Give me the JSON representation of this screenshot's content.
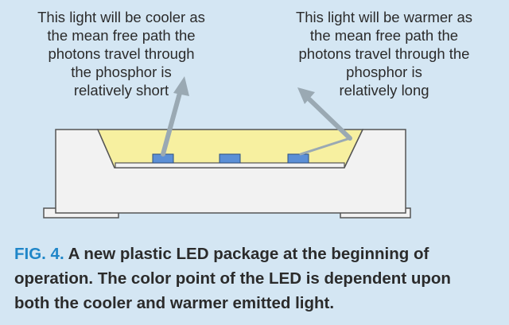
{
  "diagram": {
    "note_left_lines": [
      "This light will be cooler as",
      "the mean free path the",
      "photons travel through",
      "the phosphor is",
      "relatively short"
    ],
    "note_right_lines": [
      "This light will be warmer as",
      "the mean free path the",
      "photons travel through the",
      "phosphor is",
      "relatively long"
    ]
  },
  "caption": {
    "label": "FIG. 4.",
    "lines": [
      "A new plastic LED package at the beginning of",
      "operation. The color point of the LED is dependent upon",
      "both the cooler and warmer emitted light."
    ]
  },
  "colors": {
    "background": "#d4e6f3",
    "package_body": "#f2f2f2",
    "outline": "#555555",
    "phosphor": "#f7f0a0",
    "led_chip": "#5b8fd6",
    "arrow": "#9aa9b3",
    "fig_label": "#1f86c8"
  }
}
